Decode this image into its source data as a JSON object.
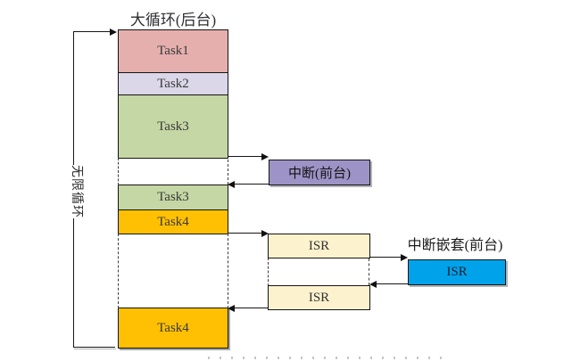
{
  "diagram": {
    "title": "大循环(后台)",
    "loop_label": "无限循环",
    "background_stack": [
      {
        "label": "Task1",
        "color": "#E5AFAD"
      },
      {
        "label": "Task2",
        "color": "#DBD7E9"
      },
      {
        "label": "Task3",
        "color": "#C5D7A4"
      },
      {
        "label": "Task3",
        "color": "#C5D7A4"
      },
      {
        "label": "Task4",
        "color": "#FFC003"
      },
      {
        "label": "Task4",
        "color": "#FFC003"
      }
    ],
    "interrupt_box": {
      "label": "中断(前台)",
      "color": "#9E93C6"
    },
    "isr_boxes": [
      {
        "label": "ISR",
        "color": "#FCF2CE"
      },
      {
        "label": "ISR",
        "color": "#FCF2CE"
      }
    ],
    "nested_interrupt": {
      "label": "中断嵌套(前台)",
      "isr_label": "ISR",
      "color": "#00A3EA"
    },
    "line_color": "#161616"
  }
}
